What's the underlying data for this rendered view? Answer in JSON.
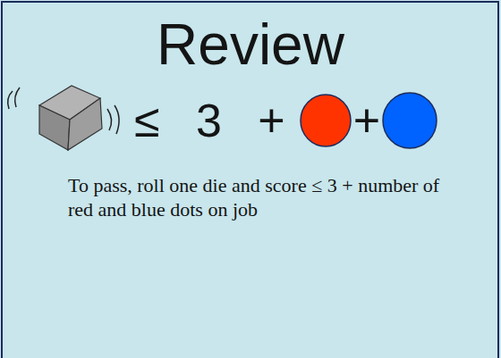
{
  "diagram": {
    "title": "Review",
    "labels": [
      "≤ 3 +",
      "+",
      "To pass, roll one die and score ≤ 3 + number of red and blue dots on job"
    ]
  }
}
